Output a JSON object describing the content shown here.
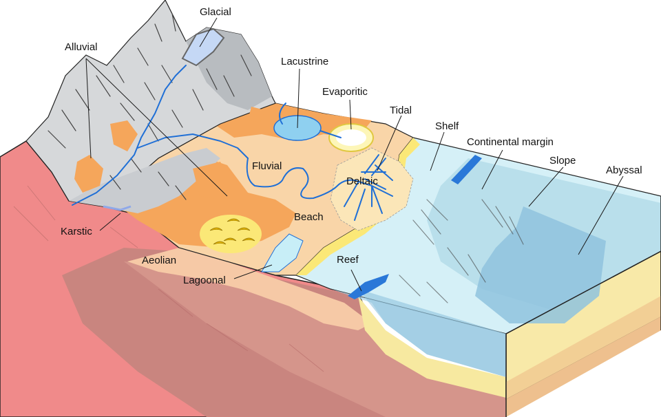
{
  "labels": {
    "glacial": "Glacial",
    "alluvial": "Alluvial",
    "lacustrine": "Lacustrine",
    "evaporitic": "Evaporitic",
    "tidal": "Tidal",
    "shelf": "Shelf",
    "continental_margin": "Continental margin",
    "slope": "Slope",
    "abyssal": "Abyssal",
    "fluvial": "Fluvial",
    "deltaic": "Deltaic",
    "karstic": "Karstic",
    "beach": "Beach",
    "reef": "Reef",
    "aeolian": "Aeolian",
    "lagoonal": "Lagoonal"
  },
  "colors": {
    "mountain": "#d6d8da",
    "mountain_shadow": "#b8bcc0",
    "crust_front": "#f08a8a",
    "crust_dark": "#c9857f",
    "alluvial_orange": "#f5a65b",
    "plain_light": "#f9d5a8",
    "sand_yellow": "#fbe877",
    "sea_light": "#d5f0f7",
    "sea_mid": "#b9dfeb",
    "sea_deep": "#8fc3de",
    "river_blue": "#1f6fd6",
    "reef_blue": "#2a78d8"
  }
}
